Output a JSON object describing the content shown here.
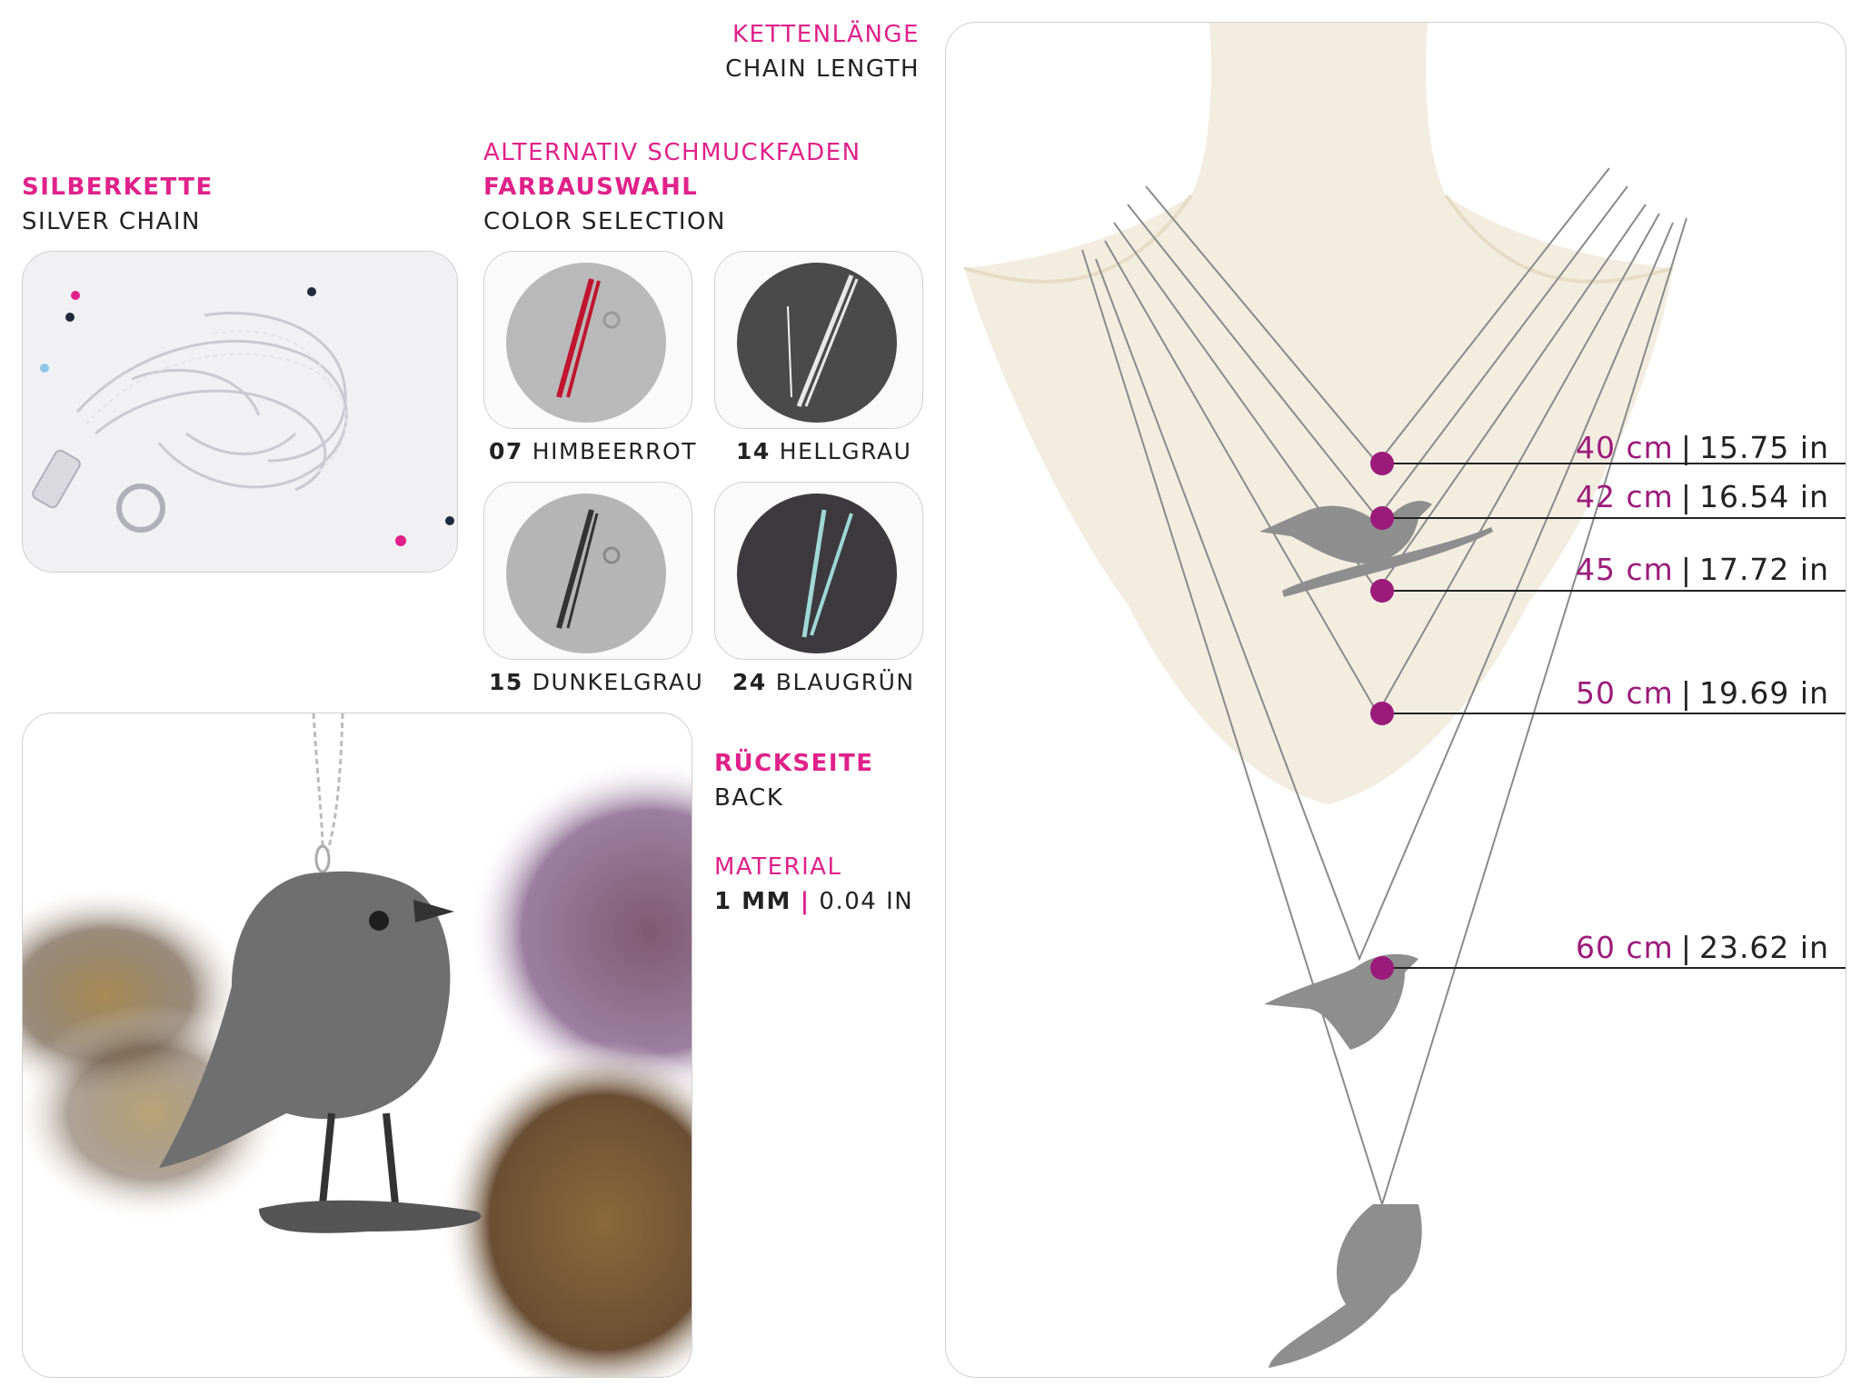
{
  "colors": {
    "accent_pink": "#e0218a",
    "marker_purple": "#9b1b7a",
    "text_dark": "#222222"
  },
  "chain_length": {
    "title_de": "KETTENLÄNGE",
    "title_en": "CHAIN LENGTH",
    "measurements": [
      {
        "cm": "40 cm",
        "in": "15.75 in"
      },
      {
        "cm": "42 cm",
        "in": "16.54 in"
      },
      {
        "cm": "45 cm",
        "in": "17.72 in"
      },
      {
        "cm": "50 cm",
        "in": "19.69 in"
      },
      {
        "cm": "60 cm",
        "in": "23.62 in"
      }
    ],
    "separator": "|"
  },
  "silver_chain": {
    "title_de": "SILBERKETTE",
    "title_en": "SILVER CHAIN"
  },
  "thread": {
    "title_alt": "ALTERNATIV SCHMUCKFADEN",
    "title_de": "FARBAUSWAHL",
    "title_en": "COLOR SELECTION",
    "swatches": [
      {
        "code": "07",
        "name": "HIMBEERROT",
        "thread_color": "#c0152f",
        "felt": "#b9b9b9"
      },
      {
        "code": "14",
        "name": "HELLGRAU",
        "thread_color": "#e8e8e8",
        "felt": "#4a4a4a"
      },
      {
        "code": "15",
        "name": "DUNKELGRAU",
        "thread_color": "#333333",
        "felt": "#b5b5b5"
      },
      {
        "code": "24",
        "name": "BLAUGRÜN",
        "thread_color": "#9fd8d6",
        "felt": "#3c3a3e"
      }
    ]
  },
  "back": {
    "title_de": "RÜCKSEITE",
    "title_en": "BACK"
  },
  "material": {
    "title": "MATERIAL",
    "value_mm": "1 MM",
    "separator": "|",
    "value_in": "0.04 IN"
  }
}
